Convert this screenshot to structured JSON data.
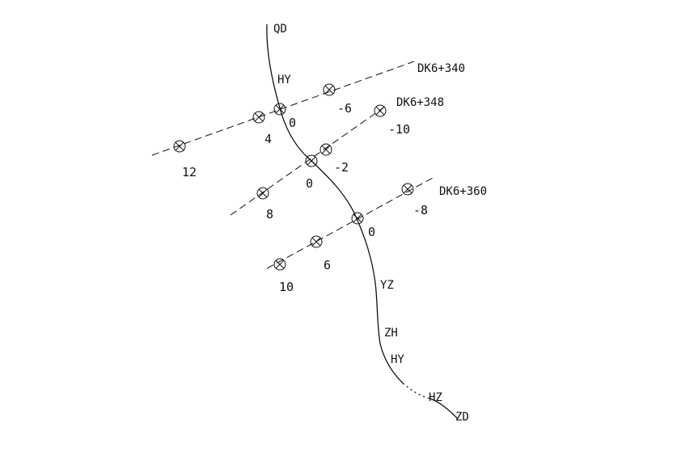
{
  "curve_points": {
    "QD": "QD",
    "HY_top": "HY",
    "YZ": "YZ",
    "ZH": "ZH",
    "HY_bottom": "HY",
    "HZ": "HZ",
    "ZD": "ZD"
  },
  "sections": [
    {
      "name": "DK6+340",
      "offsets": [
        {
          "offset": "12"
        },
        {
          "offset": "4"
        },
        {
          "offset": "0"
        },
        {
          "offset": "-6"
        }
      ]
    },
    {
      "name": "DK6+348",
      "offsets": [
        {
          "offset": "8"
        },
        {
          "offset": "0"
        },
        {
          "offset": "-2"
        },
        {
          "offset": "-10"
        }
      ]
    },
    {
      "name": "DK6+360",
      "offsets": [
        {
          "offset": "10"
        },
        {
          "offset": "6"
        },
        {
          "offset": "0"
        },
        {
          "offset": "-8"
        }
      ]
    }
  ]
}
